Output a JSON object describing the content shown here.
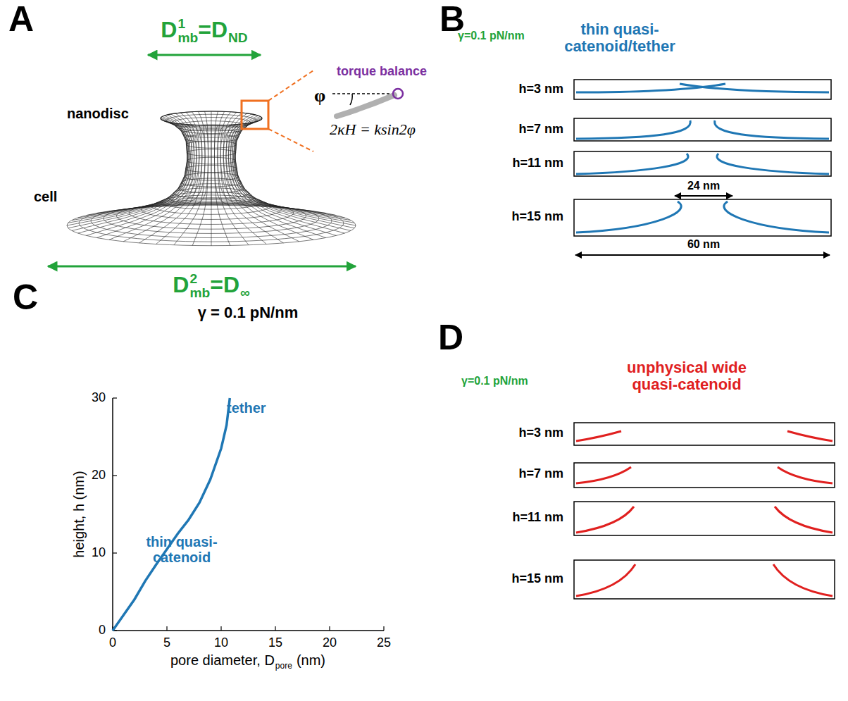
{
  "diagram": {
    "labels": [
      "A",
      "D",
      "1",
      "mb",
      "=D",
      "ND",
      "nanodisc",
      "cell",
      "torque balance",
      "φ",
      "2κH = ksin2φ",
      "D",
      "2",
      "mb",
      "=D",
      "∞",
      "B",
      "γ=0.1 pN/nm",
      "thin quasi-catenoid/tether",
      "h=3 nm",
      "h=7 nm",
      "h=11 nm",
      "24 nm",
      "h=15 nm",
      "60 nm",
      "C",
      "γ = 0.1 pN/nm",
      "tether",
      "thin quasi-catenoid",
      "height, h (nm)",
      "pore diameter, D",
      "pore",
      "(nm)",
      "0",
      "10",
      "20",
      "30",
      "0",
      "5",
      "10",
      "15",
      "20",
      "25",
      "D",
      "γ=0.1 pN/nm",
      "unphysical wide quasi-catenoid",
      "h=3 nm",
      "h=7 nm",
      "h=11 nm",
      "h=15 nm"
    ]
  }
}
